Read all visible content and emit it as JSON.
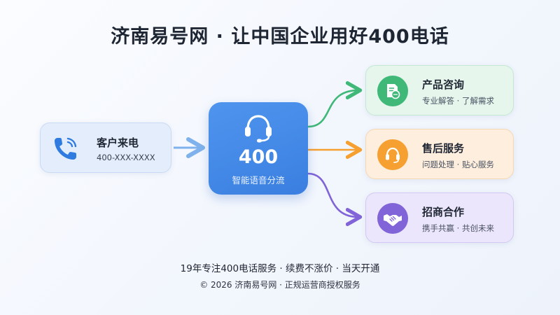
{
  "title": "济南易号网 · 让中国企业用好400电话",
  "caller": {
    "label": "客户来电",
    "number": "400-XXX-XXXX",
    "icon": "phone-icon"
  },
  "hub": {
    "number": "400",
    "caption": "智能语音分流",
    "icon": "headset-icon"
  },
  "branches": [
    {
      "label": "产品咨询",
      "sub": "专业解答 · 了解需求",
      "icon": "document-chat-icon",
      "color": "#3fb878"
    },
    {
      "label": "售后服务",
      "sub": "问题处理 · 贴心服务",
      "icon": "headset-icon",
      "color": "#f5a030"
    },
    {
      "label": "招商合作",
      "sub": "携手共赢 · 共创未来",
      "icon": "handshake-icon",
      "color": "#8064d8"
    }
  ],
  "colors": {
    "hub": "#3a7fe0",
    "arrow_in": "#7fb2ec"
  },
  "footer": {
    "line1": "19年专注400电话服务 · 续费不涨价 · 当天开通",
    "line2": "© 2026 济南易号网 · 正规运营商授权服务"
  }
}
